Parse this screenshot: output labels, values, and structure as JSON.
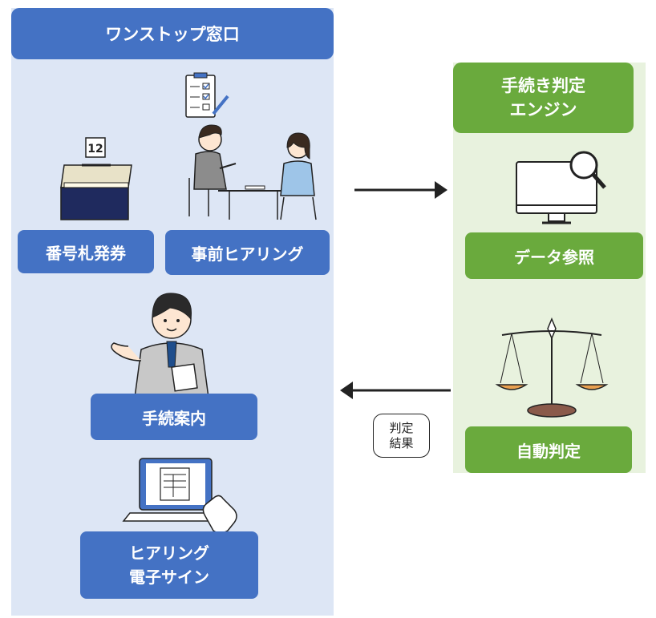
{
  "left_panel": {
    "title": "ワンストップ窓口",
    "ticket_number": "12",
    "steps": {
      "ticket": "番号札発券",
      "hearing": "事前ヒアリング",
      "guidance": "手続案内",
      "esign_line1": "ヒアリング",
      "esign_line2": "電子サイン"
    }
  },
  "right_panel": {
    "title_line1": "手続き判定",
    "title_line2": "エンジン",
    "steps": {
      "data_ref": "データ参照",
      "auto_judge": "自動判定"
    }
  },
  "result_badge": {
    "line1": "判定",
    "line2": "結果"
  },
  "colors": {
    "blue_accent": "#4472c4",
    "left_background": "#dde6f5",
    "green_accent": "#6aaa3d",
    "right_background": "#e8f2de"
  }
}
